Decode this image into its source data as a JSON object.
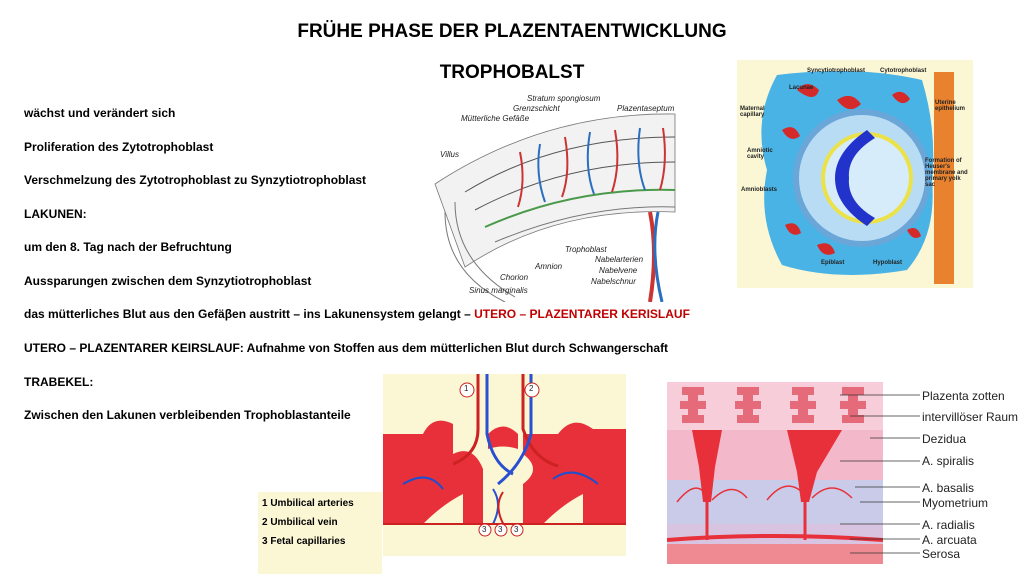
{
  "title": "FRÜHE PHASE DER PLAZENTAENTWICKLUNG",
  "subtitle": "TROPHOBALST",
  "lines": [
    "wächst und verändert sich",
    "Proliferation des Zytotrophoblast",
    "Verschmelzung des Zytotrophoblast zu Synzytiotrophoblast",
    "LAKUNEN:",
    "um den 8. Tag nach der Befruchtung",
    "Aussparungen zwischen dem Synzytiotrophoblast",
    "das mütterliches Blut aus den Gefäβen austritt – ins Lakunensystem gelangt –",
    "UTERO – PLAZENTARER KEIRSLAUF: Aufnahme von Stoffen aus dem mütterlichen Blut durch Schwangerschaft",
    "TRABEKEL:",
    "Zwischen den Lakunen verbleibenden Trophoblastanteile"
  ],
  "highlight": "UTERO – PLAZENTARER KERISLAUF",
  "fig1_labels": {
    "stratum": "Stratum spongiosum",
    "grenz": "Grenzschicht",
    "septum": "Plazentaseptum",
    "gefaesse": "Mütterliche Gefäße",
    "villus": "Villus",
    "troph": "Trophoblast",
    "nabelarterien": "Nabelarterien",
    "amnion": "Amnion",
    "nabelvene": "Nabelvene",
    "chorion": "Chorion",
    "nabelschnur": "Nabelschnur",
    "sinus": "Sinus marginalis"
  },
  "fig2_labels": {
    "syncy": "Syncytiotrophoblast",
    "cyto": "Cytotrophoblast",
    "lacunae": "Lacunae",
    "maternal": "Maternal capillary",
    "uterine": "Uterine epithelium",
    "amniotic": "Amniotic cavity",
    "formation": "Formation of Heuser's membrane and primary yolk sac",
    "amnioblasts": "Amnioblasts",
    "epiblast": "Epiblast",
    "hypoblast": "Hypoblast"
  },
  "fig3_markers": [
    "1",
    "2",
    "3",
    "3",
    "3"
  ],
  "legend": [
    "1 Umbilical arteries",
    "2 Umbilical vein",
    "3 Fetal capillaries"
  ],
  "fig4_labels": [
    "Plazenta zotten",
    "intervillöser Raum",
    "Dezidua",
    "A. spiralis",
    "A. basalis",
    "Myometrium",
    "A. radialis",
    "A. arcuata",
    "Serosa"
  ]
}
